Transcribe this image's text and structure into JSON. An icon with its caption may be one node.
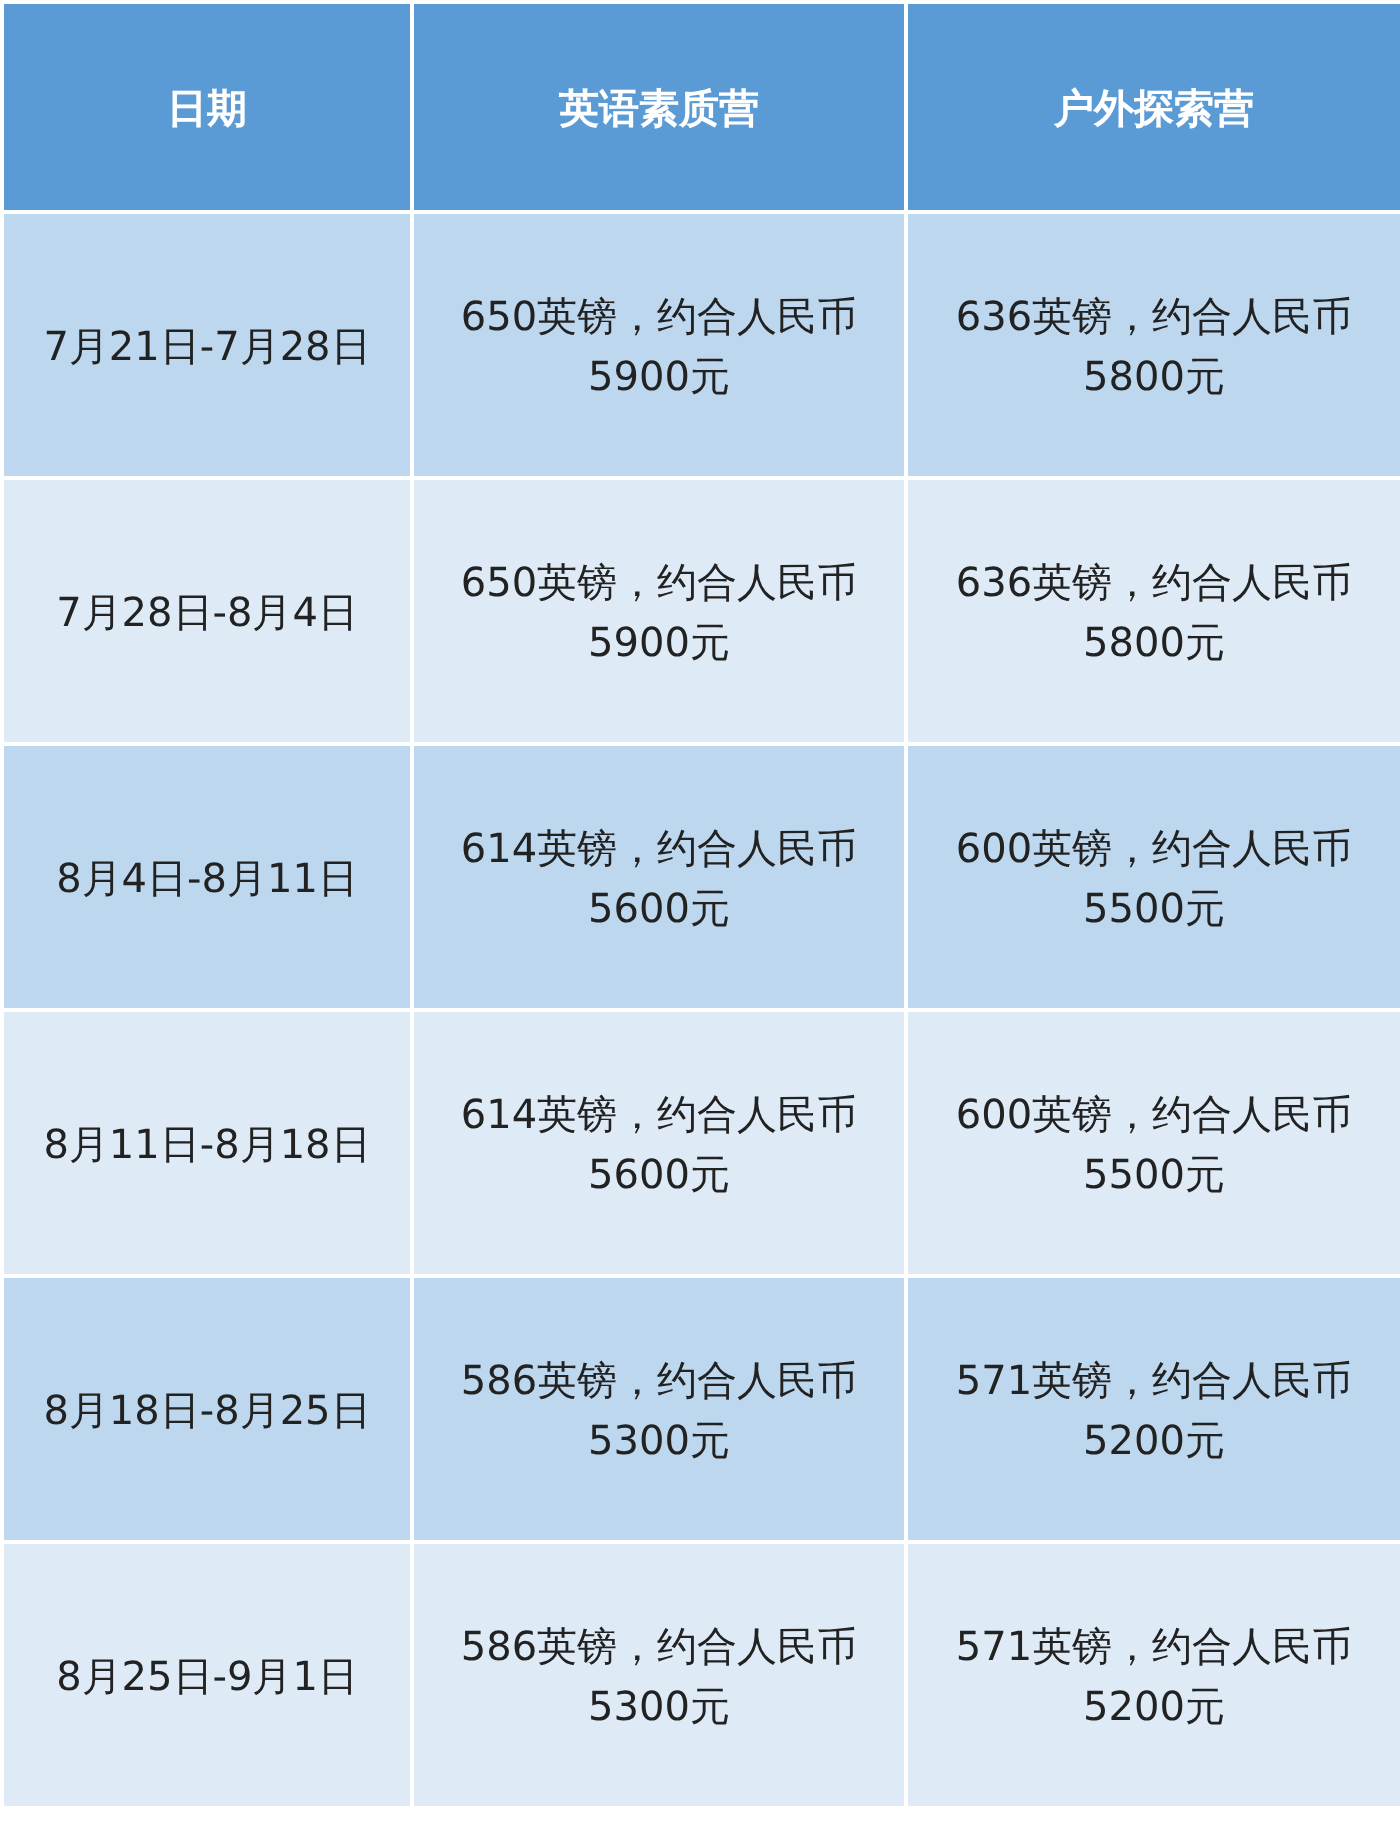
{
  "diagram": {
    "labels": [
      "日期",
      "英语素质营",
      "户外探索营",
      "7月21日-7月28日",
      "650英镑，约合人民币5900元",
      "636英镑，约合人民币5800元",
      "7月28日-8月4日",
      "650英镑，约合人民币5900元",
      "636英镑，约合人民币5800元",
      "8月4日-8月11日",
      "614英镑，约合人民币5600元",
      "600英镑，约合人民币5500元",
      "8月11日-8月18日",
      "614英镑，约合人民币5600元",
      "600英镑，约合人民币5500元",
      "8月18日-8月25日",
      "586英镑，约合人民币5300元",
      "571英镑，约合人民币5200元",
      "8月25日-9月1日",
      "586英镑，约合人民币5300元",
      "571英镑，约合人民币5200元"
    ]
  }
}
